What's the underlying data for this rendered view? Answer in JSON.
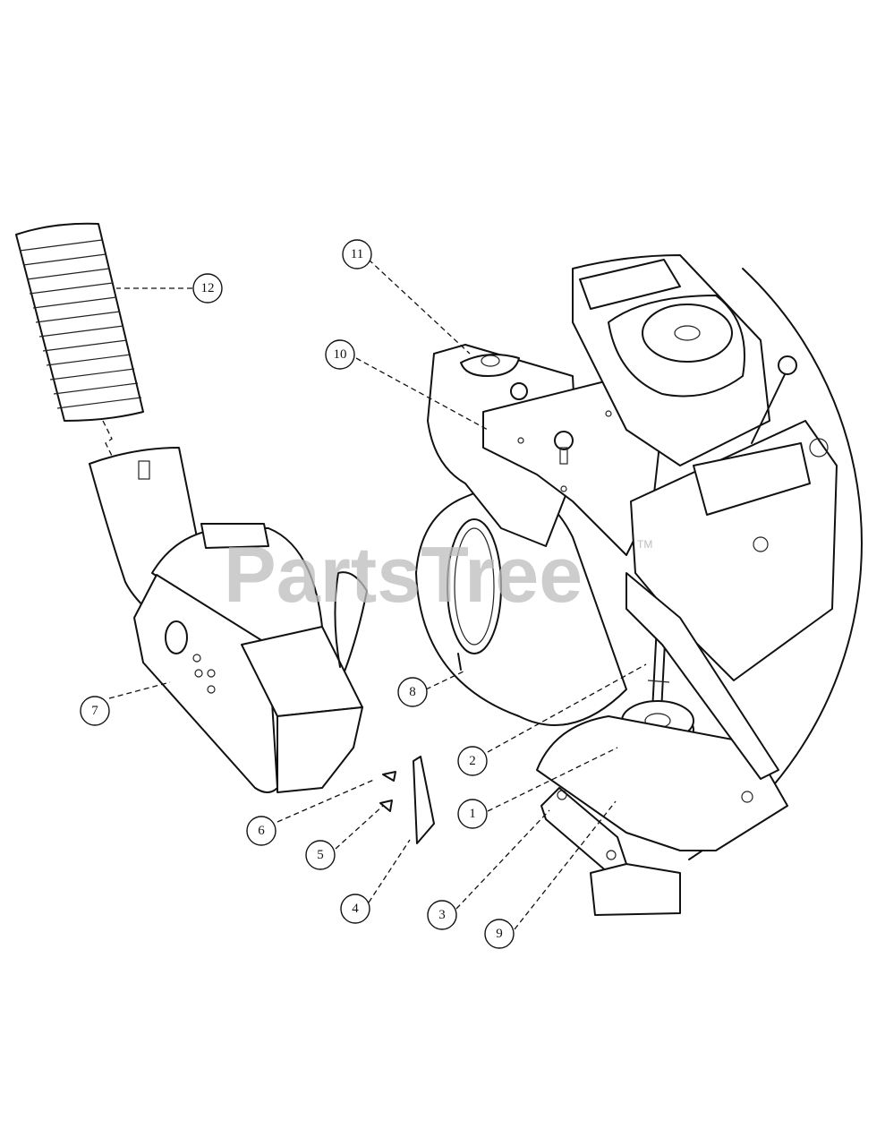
{
  "watermark": {
    "text": "PartsTree",
    "trademark": "TM"
  },
  "callouts": [
    {
      "num": "1"
    },
    {
      "num": "2"
    },
    {
      "num": "3"
    },
    {
      "num": "4"
    },
    {
      "num": "5"
    },
    {
      "num": "6"
    },
    {
      "num": "7"
    },
    {
      "num": "8"
    },
    {
      "num": "9"
    },
    {
      "num": "10"
    },
    {
      "num": "11"
    },
    {
      "num": "12"
    }
  ]
}
